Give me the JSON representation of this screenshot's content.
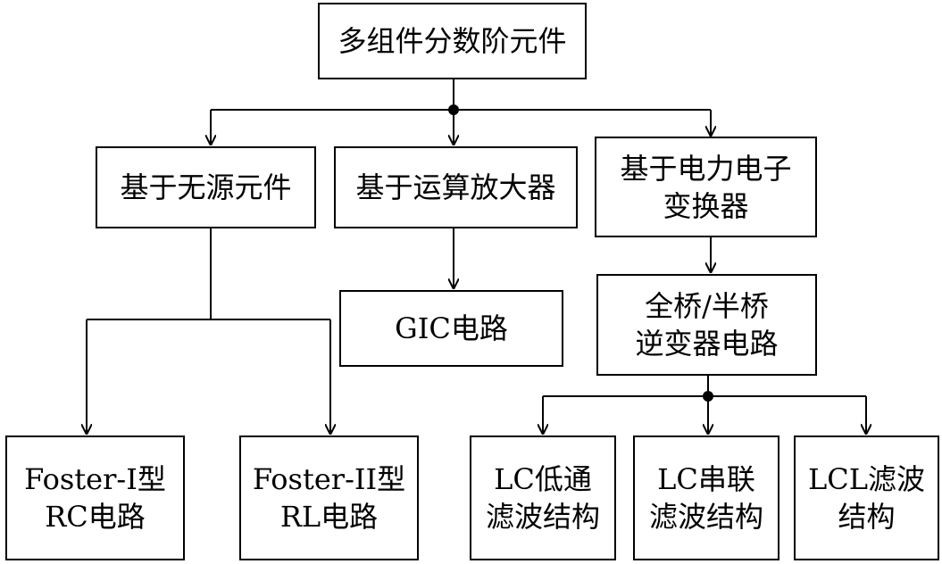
{
  "diagram": {
    "root": {
      "lines": [
        "多组件分数阶元件"
      ]
    },
    "branches": {
      "passive": {
        "lines": [
          "基于无源元件"
        ]
      },
      "opamp": {
        "lines": [
          "基于运算放大器"
        ]
      },
      "power": {
        "lines": [
          "基于电力电子",
          "变换器"
        ]
      }
    },
    "opamp_children": {
      "gic": {
        "lines": [
          "GIC电路"
        ]
      }
    },
    "power_children": {
      "inverter": {
        "lines": [
          "全桥/半桥",
          "逆变器电路"
        ]
      }
    },
    "passive_children": {
      "foster1": {
        "lines": [
          "Foster-I型",
          "RC电路"
        ]
      },
      "foster2": {
        "lines": [
          "Foster-II型",
          "RL电路"
        ]
      }
    },
    "inverter_children": {
      "lc_lowpass": {
        "lines": [
          "LC低通",
          "滤波结构"
        ]
      },
      "lc_series": {
        "lines": [
          "LC串联",
          "滤波结构"
        ]
      },
      "lcl": {
        "lines": [
          "LCL滤波",
          "结构"
        ]
      }
    }
  },
  "colors": {
    "stroke": "#000000",
    "background": "#ffffff"
  }
}
